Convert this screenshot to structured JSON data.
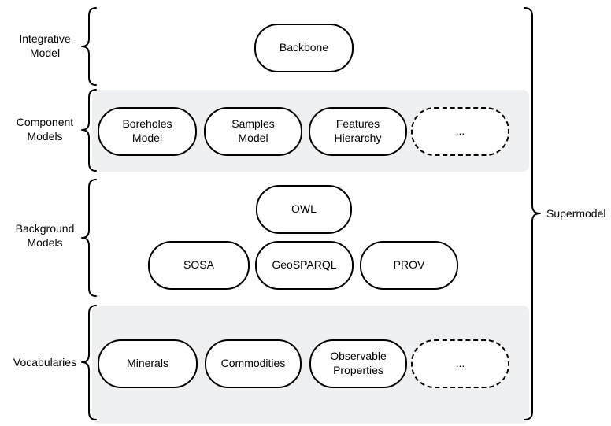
{
  "colors": {
    "canvas_background": "#ffffff",
    "band_background": "#eff0f1",
    "node_background": "#ffffff",
    "node_border": "#000000",
    "text": "#000000"
  },
  "supermodel": {
    "label": "Supermodel"
  },
  "sections": [
    {
      "label": "Integrative\nModel",
      "boxes": [
        {
          "text": "Backbone",
          "style": "solid"
        }
      ]
    },
    {
      "label": "Component\nModels",
      "boxes": [
        {
          "text": "Boreholes\nModel",
          "style": "solid"
        },
        {
          "text": "Samples\nModel",
          "style": "solid"
        },
        {
          "text": "Features\nHierarchy",
          "style": "solid"
        },
        {
          "text": "...",
          "style": "dashed"
        }
      ]
    },
    {
      "label": "Background\nModels",
      "boxes": [
        {
          "text": "OWL",
          "style": "solid"
        },
        {
          "text": "SOSA",
          "style": "solid"
        },
        {
          "text": "GeoSPARQL",
          "style": "solid"
        },
        {
          "text": "PROV",
          "style": "solid"
        }
      ]
    },
    {
      "label": "Vocabularies",
      "boxes": [
        {
          "text": "Minerals",
          "style": "solid"
        },
        {
          "text": "Commodities",
          "style": "solid"
        },
        {
          "text": "Observable\nProperties",
          "style": "solid"
        },
        {
          "text": "...",
          "style": "dashed"
        }
      ]
    }
  ]
}
